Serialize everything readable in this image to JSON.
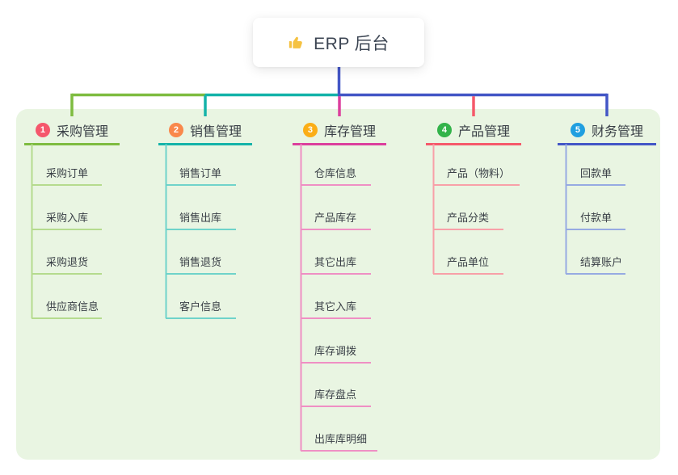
{
  "root": {
    "title": "ERP 后台",
    "icon": "thumbs-up-icon"
  },
  "branches": [
    {
      "num": "1",
      "label": "采购管理",
      "badge_color": "#f5576c",
      "line_color": "#7ebc40",
      "line_light": "#b5db8e",
      "items": [
        "采购订单",
        "采购入库",
        "采购退货",
        "供应商信息"
      ]
    },
    {
      "num": "2",
      "label": "销售管理",
      "badge_color": "#f9884b",
      "line_color": "#14b3a9",
      "line_light": "#6fd3ca",
      "items": [
        "销售订单",
        "销售出库",
        "销售退货",
        "客户信息"
      ]
    },
    {
      "num": "3",
      "label": "库存管理",
      "badge_color": "#fbae17",
      "line_color": "#dc3f9d",
      "line_light": "#ef8fc4",
      "items": [
        "仓库信息",
        "产品库存",
        "其它出库",
        "其它入库",
        "库存调拨",
        "库存盘点",
        "出库库明细"
      ]
    },
    {
      "num": "4",
      "label": "产品管理",
      "badge_color": "#33b34a",
      "line_color": "#f5596a",
      "line_light": "#f8a0a8",
      "items": [
        "产品（物料）",
        "产品分类",
        "产品单位"
      ]
    },
    {
      "num": "5",
      "label": "财务管理",
      "badge_color": "#209fe0",
      "line_color": "#4356c6",
      "line_light": "#96aae2",
      "items": [
        "回款单",
        "付款单",
        "结算账户"
      ]
    }
  ],
  "colors": {
    "background": "#ffffff",
    "panel": "#e9f5e2",
    "root_line": "#4356c6",
    "text": "#3a4047",
    "thumb": "#f5c242"
  }
}
